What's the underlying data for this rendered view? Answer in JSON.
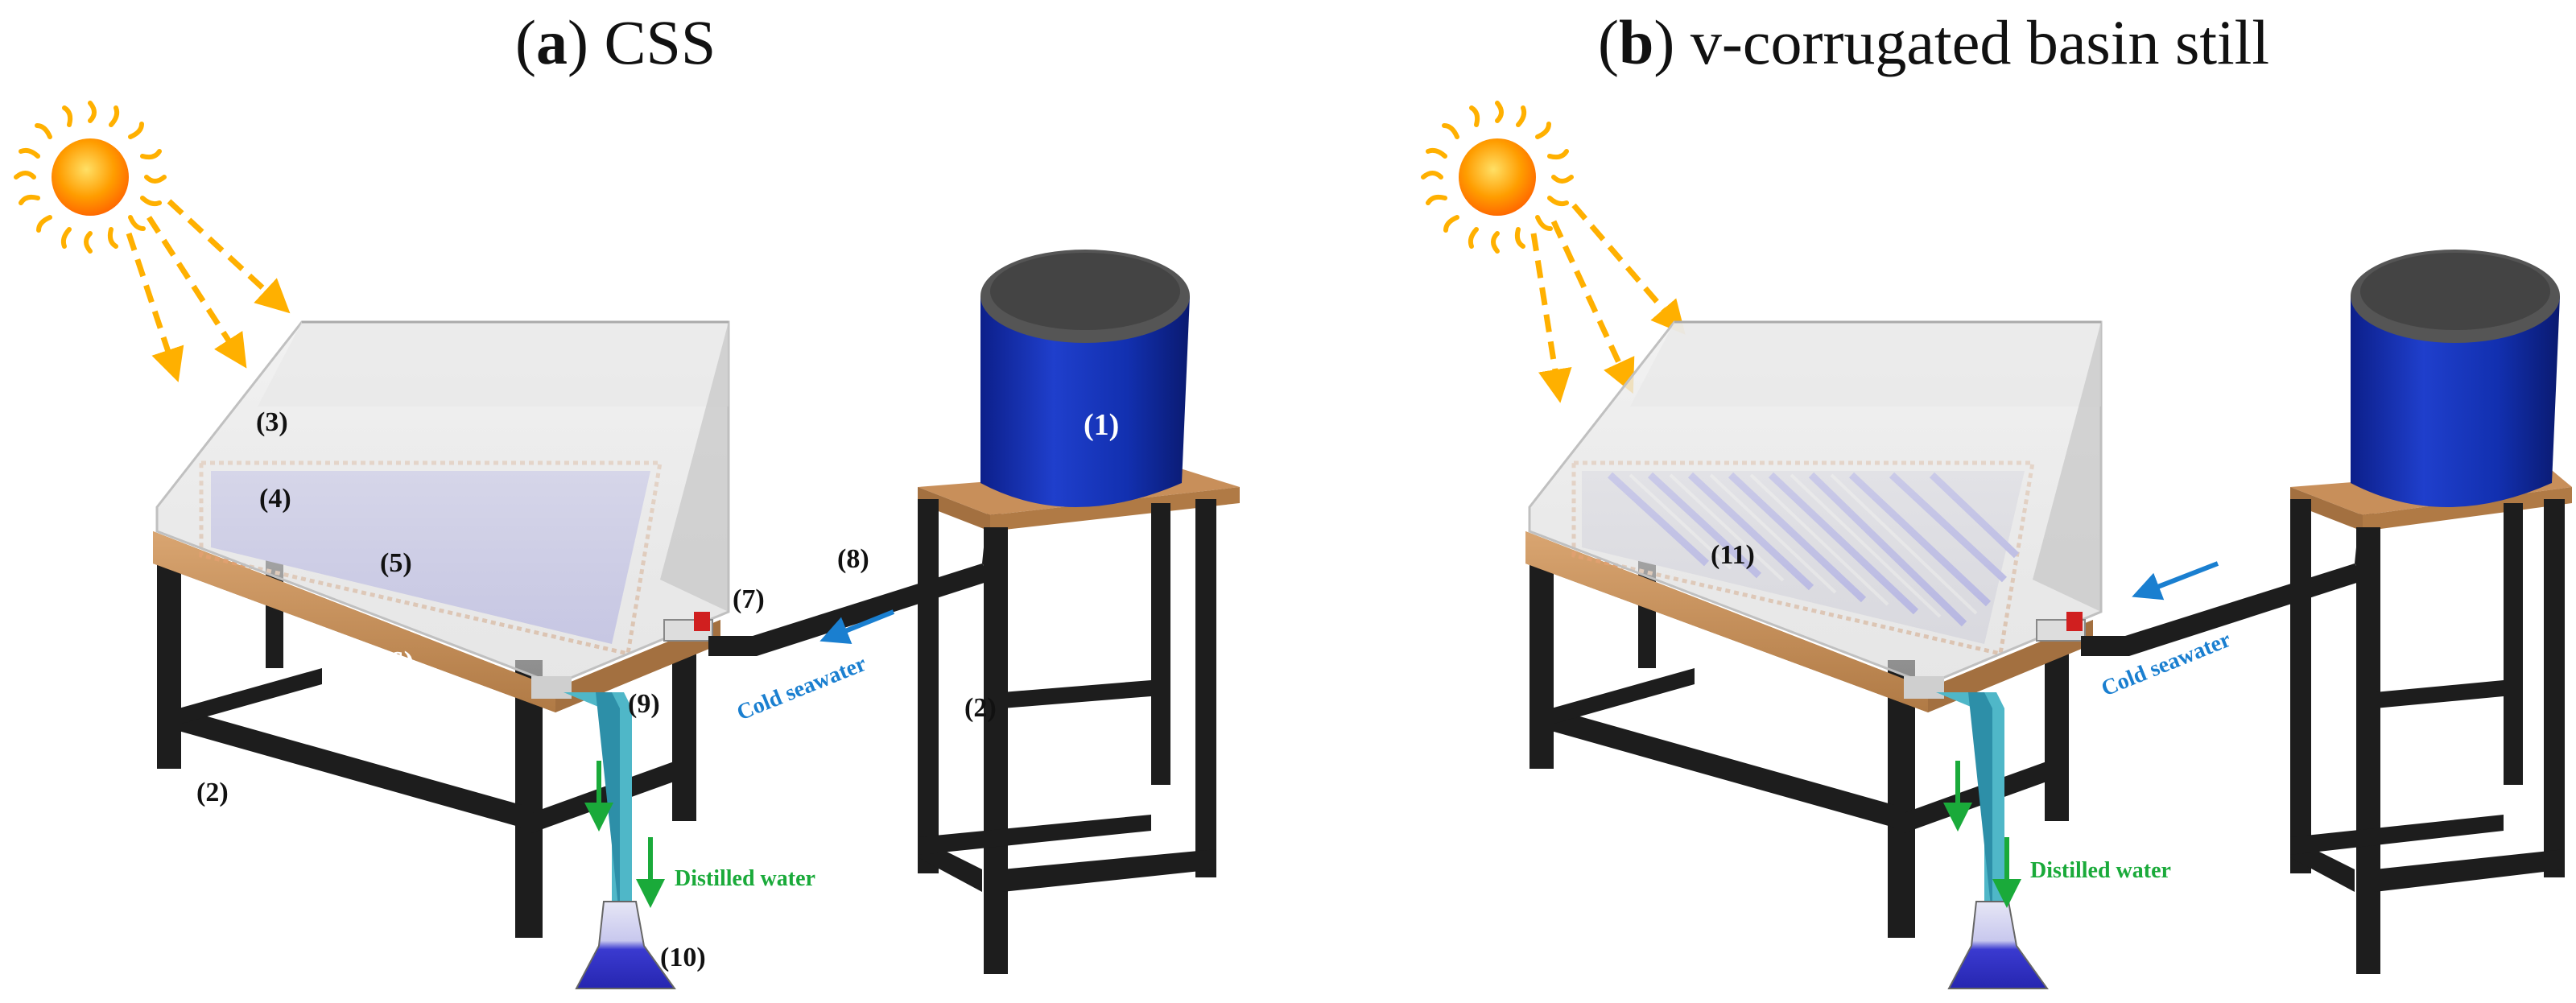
{
  "panel_a": {
    "title_letter": "a",
    "title_rest": " CSS",
    "labels": {
      "l1": "(1)",
      "l2a": "(2)",
      "l2b": "(2)",
      "l3": "(3)",
      "l4": "(4)",
      "l5": "(5)",
      "l6": "(6)",
      "l7": "(7)",
      "l8": "(8)",
      "l9": "(9)",
      "l10": "(10)"
    },
    "cold_seawater": "Cold seawater",
    "distilled_water": "Distilled water"
  },
  "panel_b": {
    "title_letter": "b",
    "title_rest": " v-corrugated basin still",
    "labels": {
      "l11": "(11)"
    },
    "cold_seawater": "Cold seawater",
    "distilled_water": "Distilled water"
  },
  "colors": {
    "tank_blue": "#1530b0",
    "tank_lid": "#555555",
    "basin_water": "#a8a8f4",
    "wood": "#c88f5a",
    "frame": "#1d1d1d",
    "sun": "#ffb000",
    "arrow_blue": "#1a7fd0",
    "arrow_green": "#1aaa3a"
  },
  "icons": [
    "sun-icon",
    "water-tank-icon",
    "flask-icon",
    "valve-icon"
  ]
}
